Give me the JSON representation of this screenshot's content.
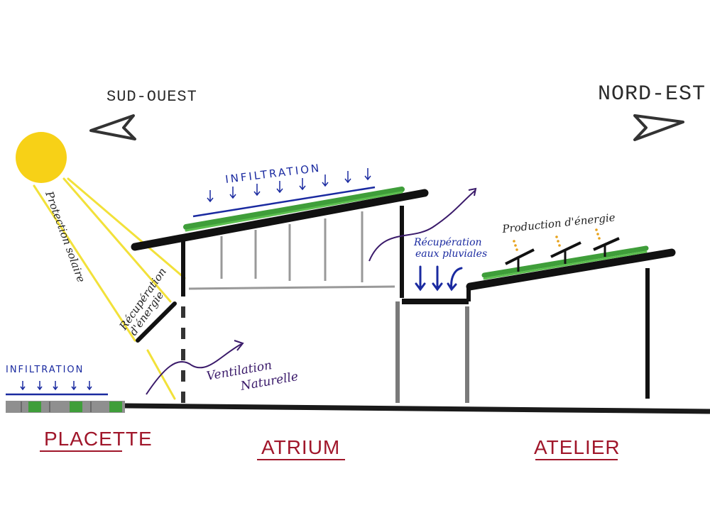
{
  "orientation": {
    "left": "SUD-OUEST",
    "right": "NORD-EST"
  },
  "labels": {
    "protection_solaire": "Protection solaire",
    "recuperation_energie_line1": "Récupération",
    "recuperation_energie_line2": "d'énergie",
    "infiltration_roof": "INFILTRATION",
    "infiltration_placette": "INFILTRATION",
    "ventilation_line1": "Ventilation",
    "ventilation_line2": "Naturelle",
    "recuperation_eaux_line1": "Récupération",
    "recuperation_eaux_line2": "eaux pluviales",
    "production_energie": "Production d'énergie"
  },
  "zones": {
    "placette": "PLACETTE",
    "atrium": "ATRIUM",
    "atelier": "ATELIER"
  },
  "colors": {
    "sun": "#f7d117",
    "sun_rays": "#f2e13a",
    "structure": "#111111",
    "grey_structure": "#8a8a8a",
    "green_roof": "#3f9e3a",
    "water_blue": "#1a2aa0",
    "ventilation": "#3a1a6a",
    "zone_labels": "#a0162a",
    "energy_dots": "#e7a21c"
  }
}
